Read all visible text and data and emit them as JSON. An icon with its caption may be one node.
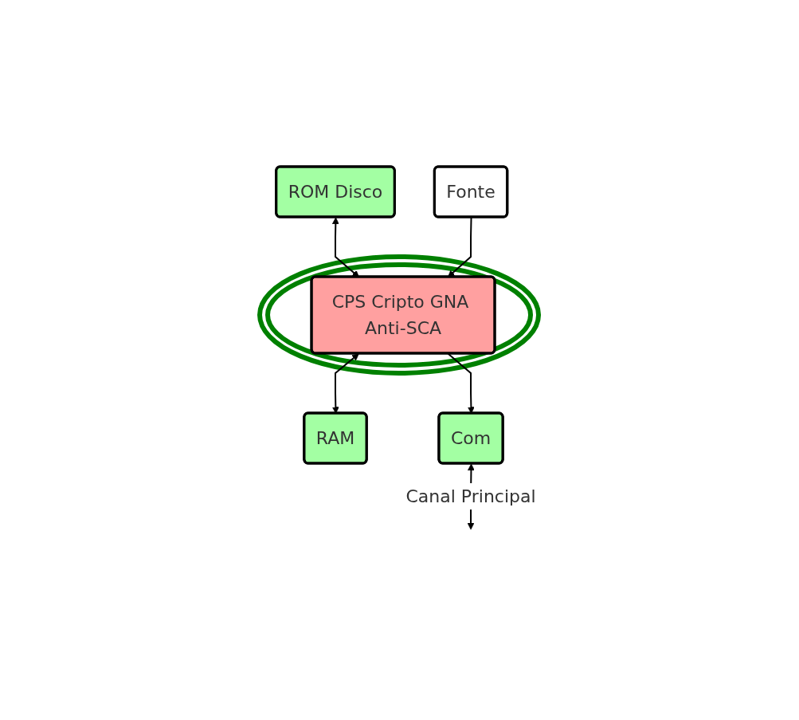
{
  "diagram": {
    "nodes": [
      {
        "text": [
          "ROM Disco"
        ]
      },
      {
        "text": [],
        "shape": "circle"
      },
      {
        "text": [
          "CPS Cripto GNA Anti-SCA"
        ],
        "in": 1
      },
      {
        "text": [
          "Fonte"
        ]
      },
      {
        "text": [
          "RAM"
        ]
      },
      {
        "text": [
          "Com"
        ]
      }
    ],
    "edges": [
      {
        "from": 0,
        "to": 2,
        "arrow": "both"
      },
      {
        "from": 3,
        "to": 2,
        "arrow": "to"
      },
      {
        "from": 2,
        "to": 4,
        "arrow": "both"
      },
      {
        "from": 2,
        "to": 5,
        "arrow": "to"
      },
      {
        "from": 5,
        "to": null,
        "arrow": "both",
        "label": "Canal Principal"
      }
    ]
  }
}
